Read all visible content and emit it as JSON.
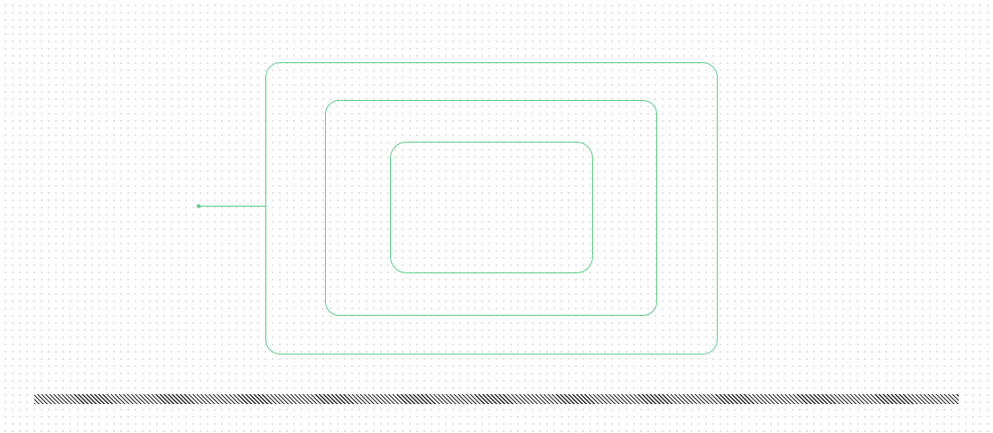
{
  "diagram": {
    "stroke_color": "#5ccf86",
    "ground_pattern": "diagonal-hatch",
    "ground_color": "#2a2a2a",
    "frames": [
      {
        "name": "outer-frame"
      },
      {
        "name": "middle-frame"
      },
      {
        "name": "inner-frame"
      }
    ],
    "connector": {
      "name": "left-connector",
      "endpoint": "dot"
    }
  }
}
